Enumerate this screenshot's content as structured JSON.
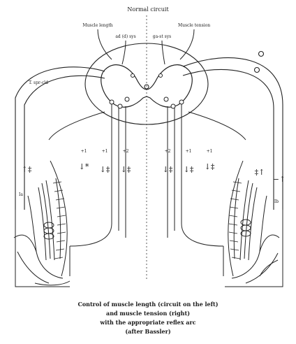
{
  "figure": {
    "title": "Normal circuit",
    "labels": {
      "muscle_length": "Muscle length",
      "muscle_tension": "Muscle tension",
      "left_sign_top": "ad (d) sys",
      "right_sign_top": "ga-st sys",
      "gamma_label": "T. spr-cld",
      "left_ia": "Ia",
      "right_ib": "Ib"
    },
    "arrow_symbols": {
      "far_left": "↑‡",
      "left_1": "↓*",
      "left_2": "↓‡",
      "left_3": "↓‡",
      "right_1": "↓‡",
      "right_2": "↓‡",
      "right_3": "↓‡",
      "far_right_a": "‡↑",
      "far_right_b": "−↑"
    },
    "fiber_labels": {
      "left_a": "+1",
      "left_b": "+1",
      "left_c": "+2",
      "right_a": "+2",
      "right_b": "+1",
      "right_c": "+1"
    },
    "caption": [
      "Control of muscle length (circuit on the left)",
      "and muscle tension (right)",
      "with the appropriate reflex arc",
      "(after Bassler)"
    ]
  }
}
